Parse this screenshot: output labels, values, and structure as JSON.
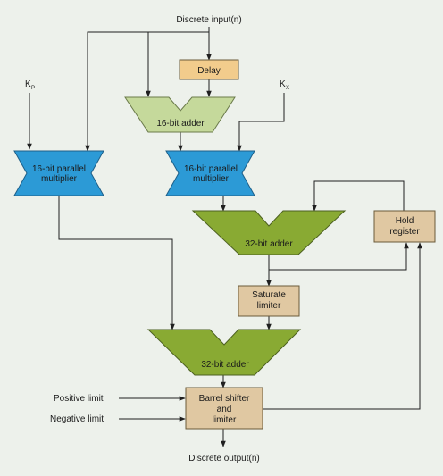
{
  "diagram": {
    "input_label": "Discrete input(n)",
    "output_label": "Discrete output(n)",
    "kp_label": {
      "main": "K",
      "sub": "P"
    },
    "kx_label": {
      "main": "K",
      "sub": "X"
    },
    "delay_label": "Delay",
    "adder16_label": "16-bit adder",
    "mult_left": {
      "line1": "16-bit parallel",
      "line2": "multiplier"
    },
    "mult_right": {
      "line1": "16-bit parallel",
      "line2": "multiplier"
    },
    "adder32_top_label": "32-bit adder",
    "adder32_bottom_label": "32-bit adder",
    "hold": {
      "line1": "Hold",
      "line2": "register"
    },
    "saturate": {
      "line1": "Saturate",
      "line2": "limiter"
    },
    "barrel": {
      "line1": "Barrel shifter",
      "line2": "and",
      "line3": "limiter"
    },
    "positive_limit_label": "Positive limit",
    "negative_limit_label": "Negative limit",
    "colors": {
      "background": "#edf1eb",
      "orange_box": "#f2cc8c",
      "tan_box": "#e0c8a2",
      "light_green": "#c5d99b",
      "dark_green": "#89aa33",
      "blue": "#2c9ad6"
    }
  }
}
